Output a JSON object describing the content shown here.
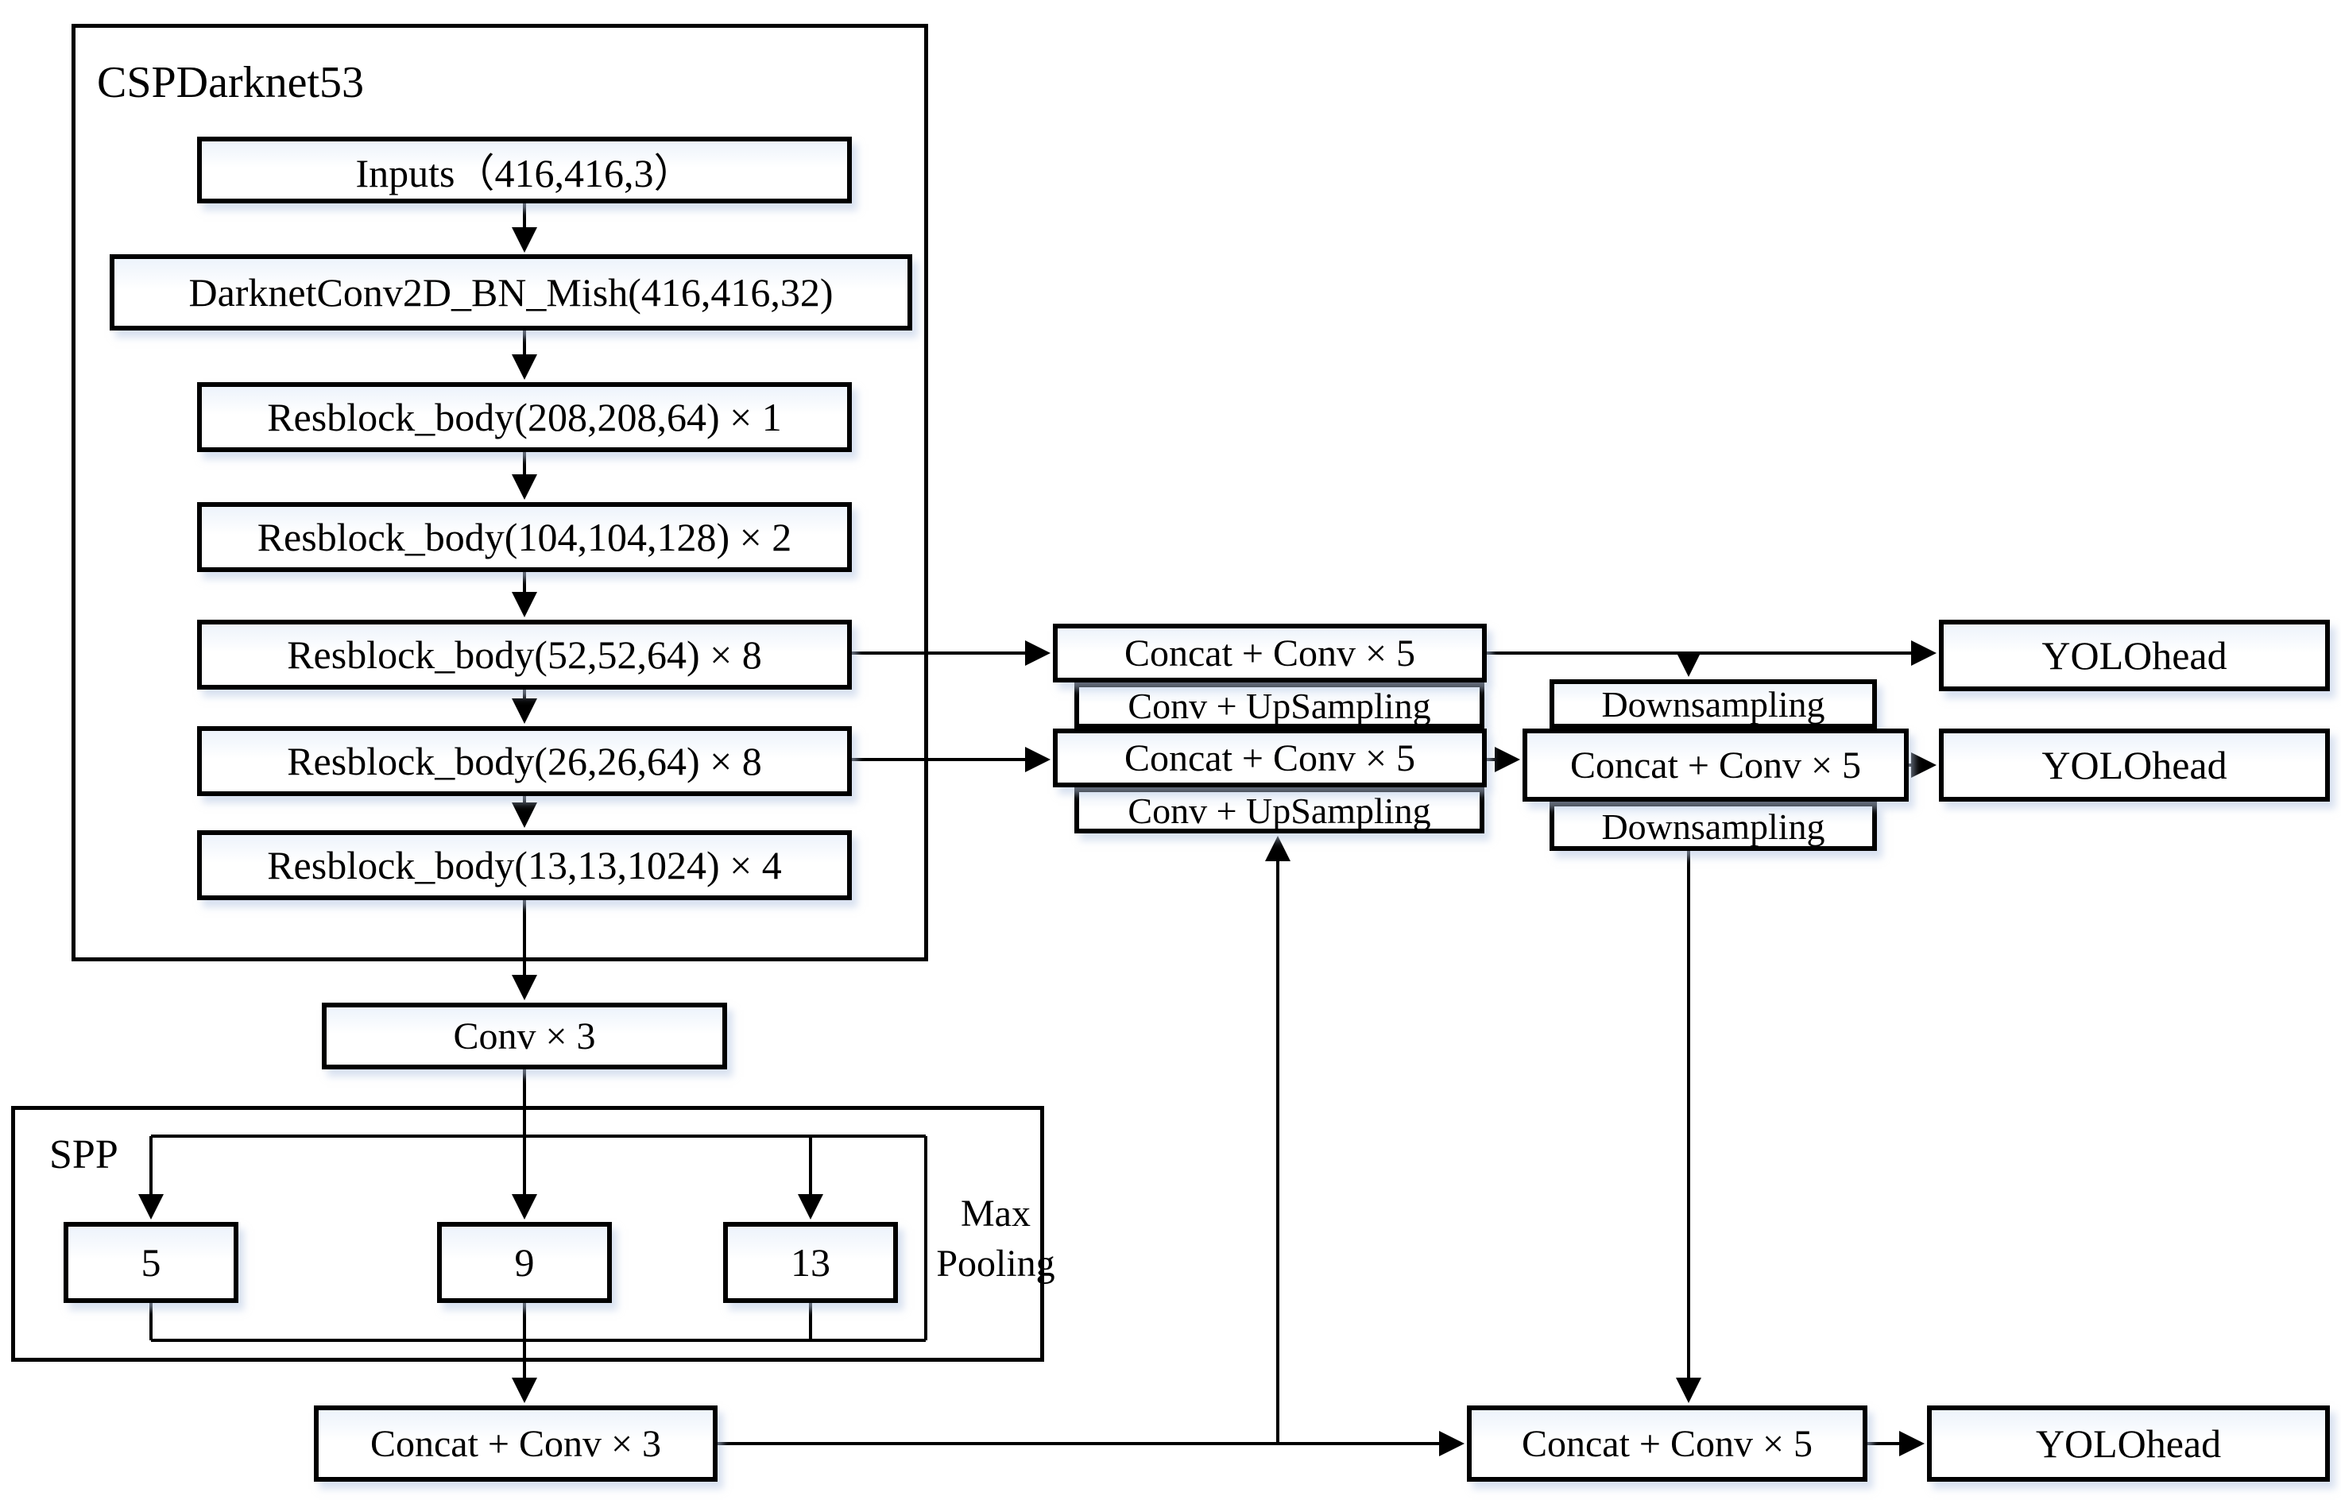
{
  "colors": {
    "line": "#000000",
    "box_border": "#000000",
    "box_fill": "#ffffff",
    "box_glow": "#edf3fb",
    "shadow": "#b8c9e4",
    "background": "#ffffff"
  },
  "backbone": {
    "title": "CSPDarknet53",
    "inputs": "Inputs（416,416,3）",
    "stem": "DarknetConv2D_BN_Mish(416,416,32)",
    "res1": "Resblock_body(208,208,64) × 1",
    "res2": "Resblock_body(104,104,128) × 2",
    "res3": "Resblock_body(52,52,64) × 8",
    "res4": "Resblock_body(26,26,64) × 8",
    "res5": "Resblock_body(13,13,1024) × 4"
  },
  "spp": {
    "title": "SPP",
    "pool_small": "5",
    "pool_mid": "9",
    "pool_large": "13",
    "side_note": "Max Pooling"
  },
  "neck": {
    "conv3": "Conv × 3",
    "concat_conv3": "Concat + Conv × 3",
    "concat_conv5_top": "Concat + Conv × 5",
    "upsample_top": "Conv + UpSampling",
    "concat_conv5_mid": "Concat + Conv × 5",
    "upsample_bottom": "Conv + UpSampling",
    "downsample_top": "Downsampling",
    "concat_conv5_right": "Concat + Conv × 5",
    "downsample_bottom": "Downsampling",
    "concat_conv5_bottom": "Concat + Conv × 5"
  },
  "heads": {
    "top": "YOLOhead",
    "middle": "YOLOhead",
    "bottom": "YOLOhead"
  }
}
